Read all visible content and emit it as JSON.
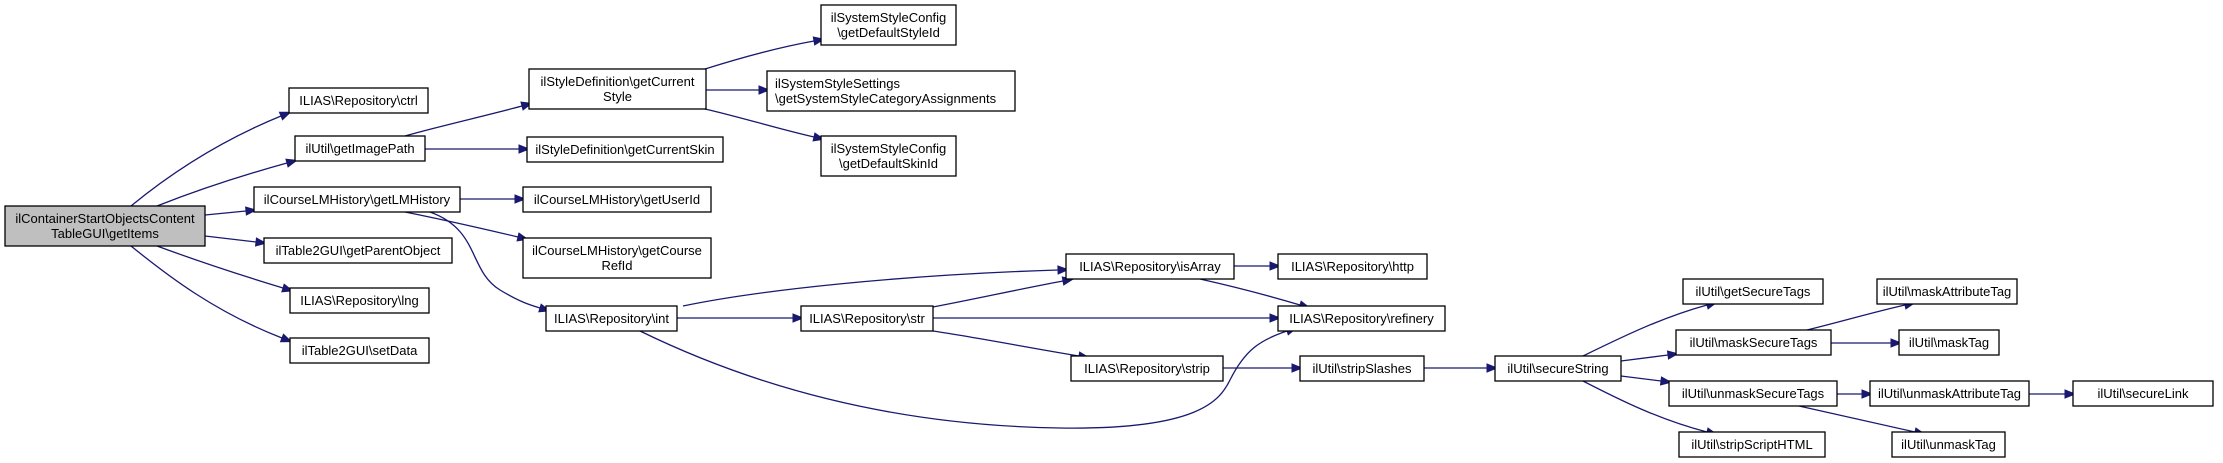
{
  "diagram": {
    "type": "call-graph",
    "root": "n0",
    "nodes": [
      {
        "id": "n0",
        "lines": [
          "ilContainerStartObjectsContent",
          "TableGUI\\getItems"
        ],
        "highlighted": true
      },
      {
        "id": "n1",
        "lines": [
          "ILIAS\\Repository\\ctrl"
        ]
      },
      {
        "id": "n2",
        "lines": [
          "ilUtil\\getImagePath"
        ]
      },
      {
        "id": "n3",
        "lines": [
          "ilCourseLMHistory\\getLMHistory"
        ]
      },
      {
        "id": "n4",
        "lines": [
          "ilTable2GUI\\getParentObject"
        ]
      },
      {
        "id": "n5",
        "lines": [
          "ILIAS\\Repository\\lng"
        ]
      },
      {
        "id": "n6",
        "lines": [
          "ilTable2GUI\\setData"
        ]
      },
      {
        "id": "n7",
        "lines": [
          "ilStyleDefinition\\getCurrent",
          "Style"
        ]
      },
      {
        "id": "n8",
        "lines": [
          "ilStyleDefinition\\getCurrentSkin"
        ]
      },
      {
        "id": "n9",
        "lines": [
          "ilSystemStyleConfig",
          "\\getDefaultStyleId"
        ]
      },
      {
        "id": "n10",
        "lines": [
          "ilSystemStyleSettings",
          "\\getSystemStyleCategoryAssignments"
        ]
      },
      {
        "id": "n11",
        "lines": [
          "ilSystemStyleConfig",
          "\\getDefaultSkinId"
        ]
      },
      {
        "id": "n12",
        "lines": [
          "ilCourseLMHistory\\getUserId"
        ]
      },
      {
        "id": "n13",
        "lines": [
          "ilCourseLMHistory\\getCourse",
          "RefId"
        ]
      },
      {
        "id": "n14",
        "lines": [
          "ILIAS\\Repository\\int"
        ]
      },
      {
        "id": "n15",
        "lines": [
          "ILIAS\\Repository\\str"
        ]
      },
      {
        "id": "n16",
        "lines": [
          "ILIAS\\Repository\\isArray"
        ]
      },
      {
        "id": "n17",
        "lines": [
          "ILIAS\\Repository\\http"
        ]
      },
      {
        "id": "n18",
        "lines": [
          "ILIAS\\Repository\\refinery"
        ]
      },
      {
        "id": "n19",
        "lines": [
          "ILIAS\\Repository\\strip"
        ]
      },
      {
        "id": "n20",
        "lines": [
          "ilUtil\\stripSlashes"
        ]
      },
      {
        "id": "n21",
        "lines": [
          "ilUtil\\secureString"
        ]
      },
      {
        "id": "n22",
        "lines": [
          "ilUtil\\getSecureTags"
        ]
      },
      {
        "id": "n23",
        "lines": [
          "ilUtil\\maskSecureTags"
        ]
      },
      {
        "id": "n24",
        "lines": [
          "ilUtil\\unmaskSecureTags"
        ]
      },
      {
        "id": "n25",
        "lines": [
          "ilUtil\\stripScriptHTML"
        ]
      },
      {
        "id": "n26",
        "lines": [
          "ilUtil\\maskAttributeTag"
        ]
      },
      {
        "id": "n27",
        "lines": [
          "ilUtil\\maskTag"
        ]
      },
      {
        "id": "n28",
        "lines": [
          "ilUtil\\unmaskAttributeTag"
        ]
      },
      {
        "id": "n29",
        "lines": [
          "ilUtil\\unmaskTag"
        ]
      },
      {
        "id": "n30",
        "lines": [
          "ilUtil\\secureLink"
        ]
      }
    ],
    "edges": [
      [
        "n0",
        "n1"
      ],
      [
        "n0",
        "n2"
      ],
      [
        "n0",
        "n3"
      ],
      [
        "n0",
        "n4"
      ],
      [
        "n0",
        "n5"
      ],
      [
        "n0",
        "n6"
      ],
      [
        "n2",
        "n7"
      ],
      [
        "n2",
        "n8"
      ],
      [
        "n7",
        "n9"
      ],
      [
        "n7",
        "n10"
      ],
      [
        "n7",
        "n11"
      ],
      [
        "n3",
        "n12"
      ],
      [
        "n3",
        "n13"
      ],
      [
        "n3",
        "n14"
      ],
      [
        "n14",
        "n16"
      ],
      [
        "n14",
        "n15"
      ],
      [
        "n14",
        "n18"
      ],
      [
        "n15",
        "n16"
      ],
      [
        "n15",
        "n18"
      ],
      [
        "n15",
        "n19"
      ],
      [
        "n16",
        "n17"
      ],
      [
        "n16",
        "n18"
      ],
      [
        "n19",
        "n20"
      ],
      [
        "n20",
        "n21"
      ],
      [
        "n21",
        "n22"
      ],
      [
        "n21",
        "n23"
      ],
      [
        "n21",
        "n24"
      ],
      [
        "n21",
        "n25"
      ],
      [
        "n23",
        "n26"
      ],
      [
        "n23",
        "n27"
      ],
      [
        "n24",
        "n28"
      ],
      [
        "n24",
        "n29"
      ],
      [
        "n28",
        "n30"
      ]
    ],
    "colors": {
      "edge": "#191970",
      "node_border": "#000000",
      "node_fill": "#ffffff",
      "root_fill": "#bfbfbf"
    }
  }
}
